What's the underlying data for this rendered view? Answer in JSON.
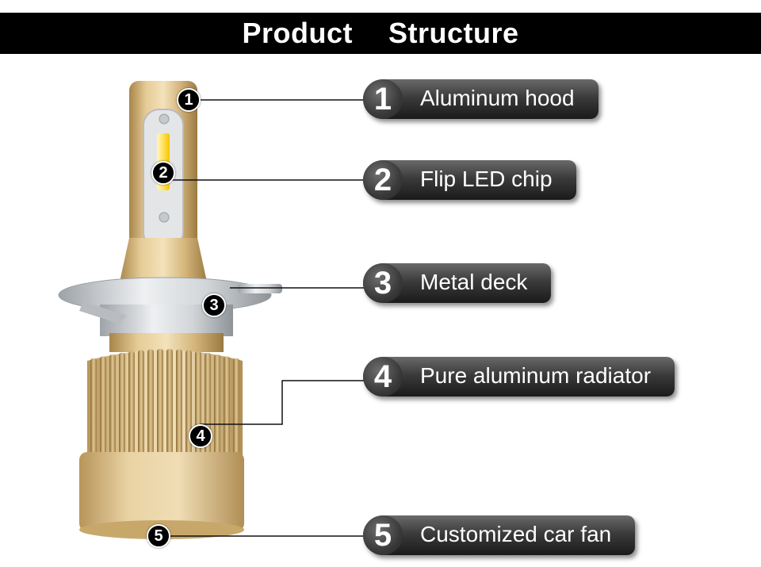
{
  "title": "Product  Structure",
  "parts": [
    {
      "number": "1",
      "label": "Aluminum hood"
    },
    {
      "number": "2",
      "label": "Flip LED chip"
    },
    {
      "number": "3",
      "label": "Metal deck"
    },
    {
      "number": "4",
      "label": "Pure aluminum radiator"
    },
    {
      "number": "5",
      "label": "Customized car fan"
    }
  ],
  "colors": {
    "title_bg": "#000000",
    "title_text": "#ffffff",
    "gold": "#c9a866",
    "label_bg": "#3b3b3b"
  }
}
